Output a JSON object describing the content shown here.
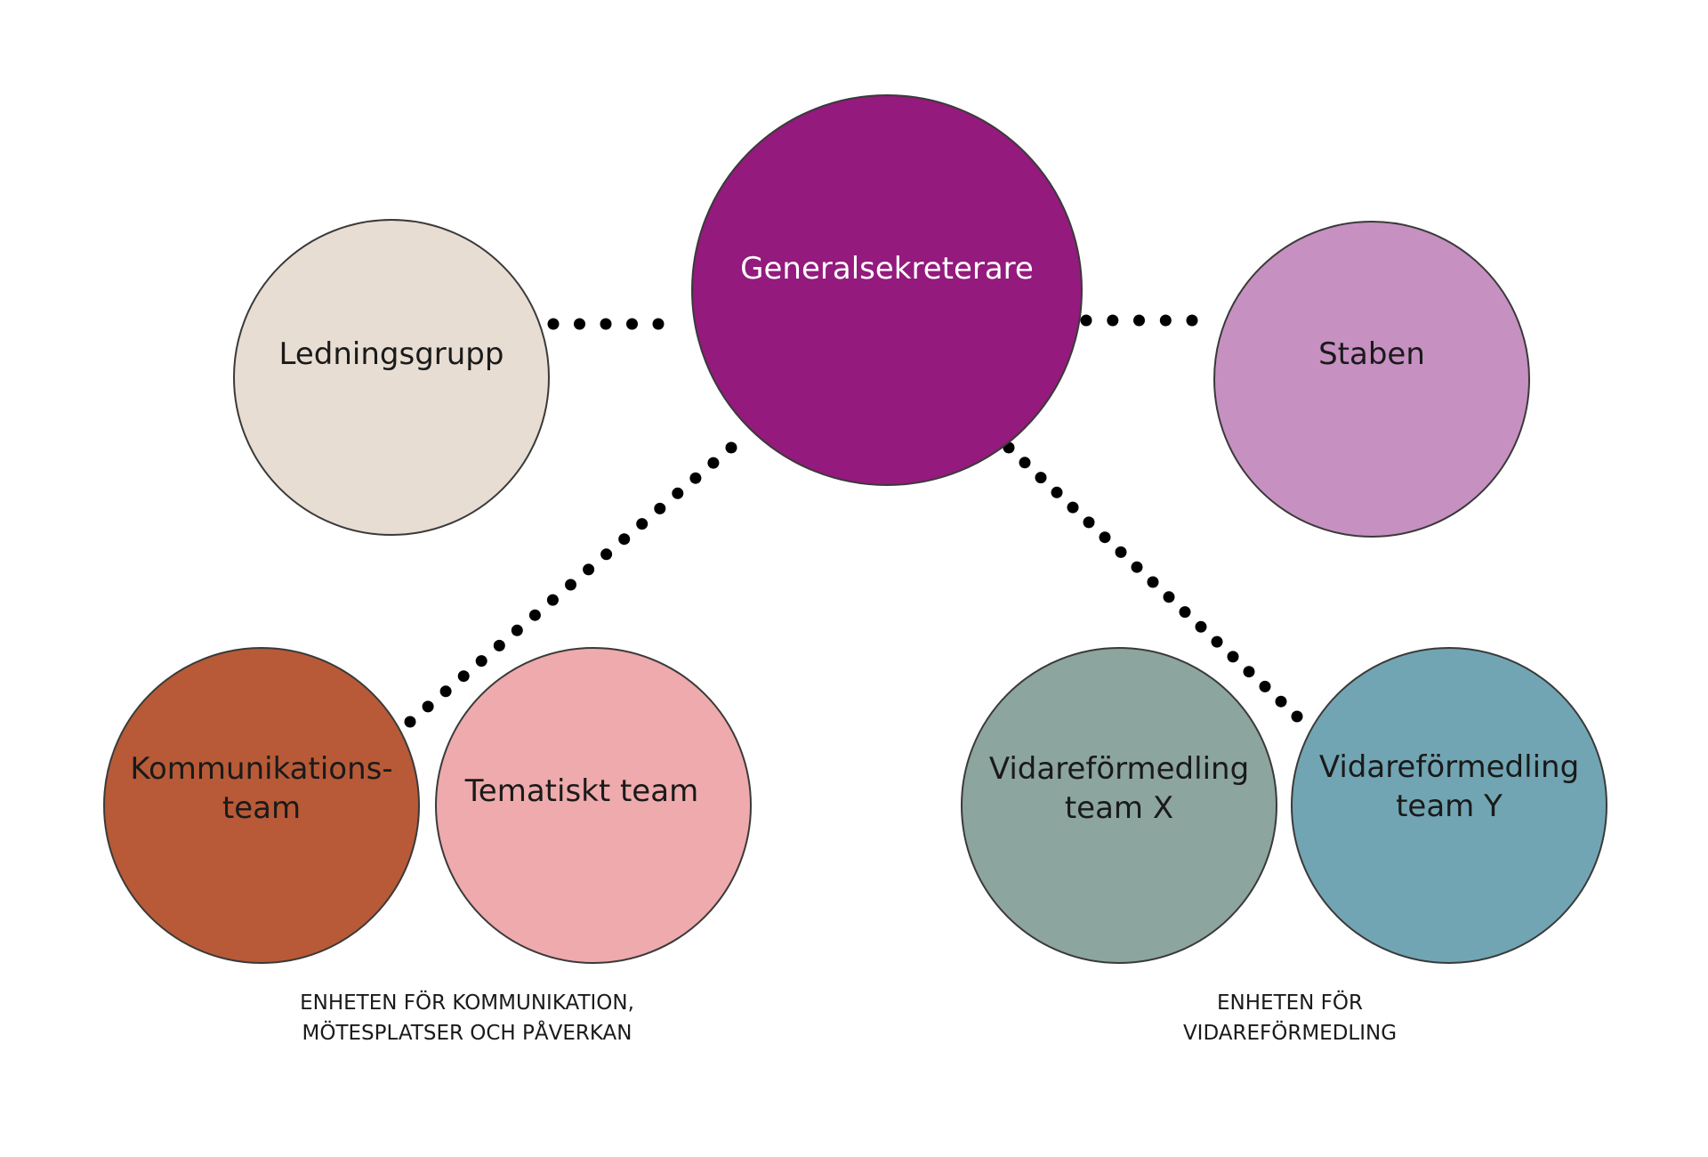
{
  "colors": {
    "generalsekreterare": "#941a7d",
    "ledningsgrupp": "#e8ddd3",
    "staben": "#c690c1",
    "kommunikationsteam": "#b85a37",
    "tematiskt_team": "#eeaaac",
    "vidareformedling_x": "#8ca59e",
    "vidareformedling_y": "#71a5b3",
    "connector_dots": "#000000",
    "node_border": "#3a3a3a"
  },
  "nodes": {
    "generalsekreterare": "Generalsekreterare",
    "ledningsgrupp": "Ledningsgrupp",
    "staben": "Staben",
    "kommunikationsteam": "Kommunikations-\nteam",
    "tematiskt_team": "Tematiskt  team",
    "vidareformedling_x": "Vidareförmedling\nteam X",
    "vidareformedling_y": "Vidareförmedling\nteam Y"
  },
  "units": {
    "kommunikation": "ENHETEN FÖR KOMMUNIKATION,\nMÖTESPLATSER OCH PÅVERKAN",
    "vidareformedling": "ENHETEN FÖR\nVIDAREFÖRMEDLING"
  }
}
